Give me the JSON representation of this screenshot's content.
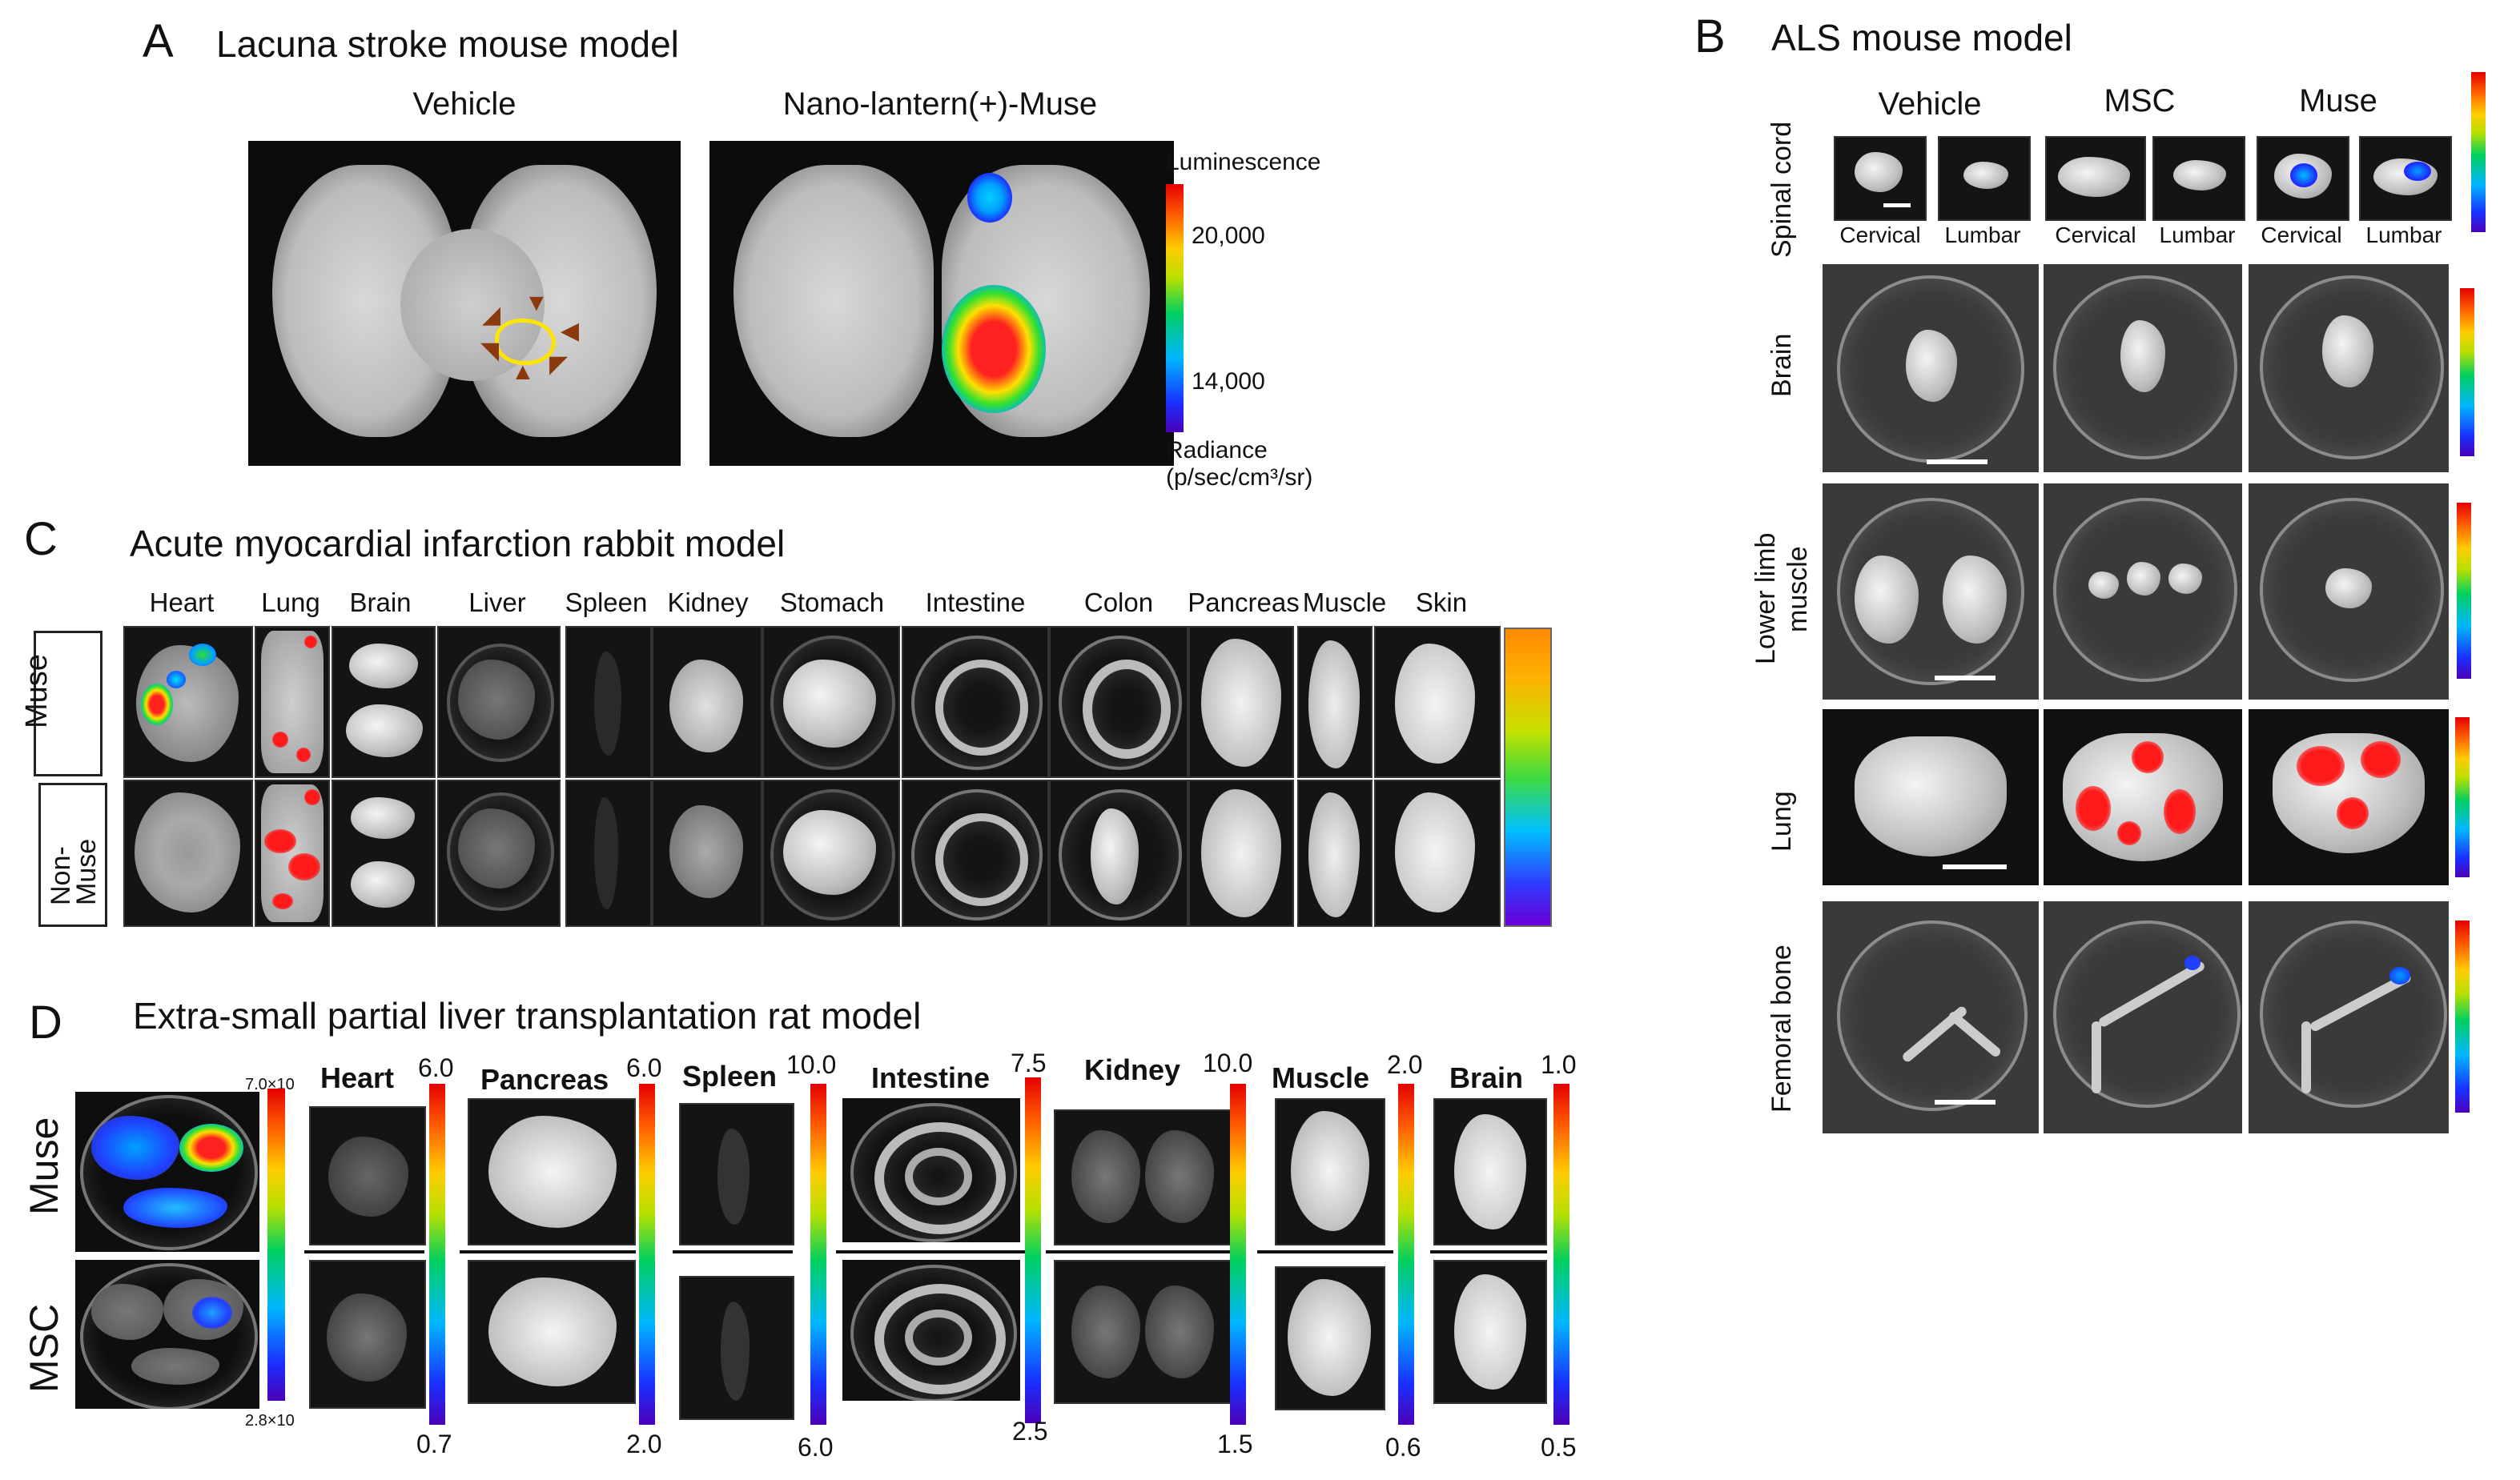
{
  "panelA": {
    "letter": "A",
    "title": "Lacuna stroke mouse model",
    "columns": [
      "Vehicle",
      "Nano-lantern(+)-Muse"
    ],
    "colorbar": {
      "label": "Luminescence",
      "ticks": [
        "20,000",
        "14,000"
      ],
      "unit_line1": "Radiance",
      "unit_line2": "(p/sec/cm³/sr)"
    }
  },
  "panelB": {
    "letter": "B",
    "title": "ALS mouse model",
    "columns": [
      "Vehicle",
      "MSC",
      "Muse"
    ],
    "rows": [
      "Spinal cord",
      "Brain",
      "Lower limb",
      "muscle",
      "Lung",
      "Femoral bone"
    ],
    "sublabels": [
      "Cervical",
      "Lumbar",
      "Cervical",
      "Lumbar",
      "Cervical",
      "Lumbar"
    ]
  },
  "panelC": {
    "letter": "C",
    "title": "Acute myocardial infarction rabbit model",
    "organs": [
      "Heart",
      "Lung",
      "Brain",
      "Liver",
      "Spleen",
      "Kidney",
      "Stomach",
      "Intestine",
      "Colon",
      "Pancreas",
      "Muscle",
      "Skin"
    ],
    "rows": [
      "Muse",
      "Non-",
      "Muse"
    ]
  },
  "panelD": {
    "letter": "D",
    "title": "Extra-small partial liver transplantation rat model",
    "rows": [
      "Muse",
      "MSC"
    ],
    "first_scale": {
      "top": "7.0×10",
      "bottom": "2.8×10"
    },
    "organs": [
      {
        "name": "Heart",
        "top": "6.0",
        "bottom": "0.7"
      },
      {
        "name": "Pancreas",
        "top": "6.0",
        "bottom": "2.0"
      },
      {
        "name": "Spleen",
        "top": "10.0",
        "bottom": "6.0"
      },
      {
        "name": "Intestine",
        "top": "7.5",
        "bottom": "2.5"
      },
      {
        "name": "Kidney",
        "top": "10.0",
        "bottom": "1.5"
      },
      {
        "name": "Muscle",
        "top": "2.0",
        "bottom": "0.6"
      },
      {
        "name": "Brain",
        "top": "1.0",
        "bottom": "0.5"
      }
    ]
  }
}
